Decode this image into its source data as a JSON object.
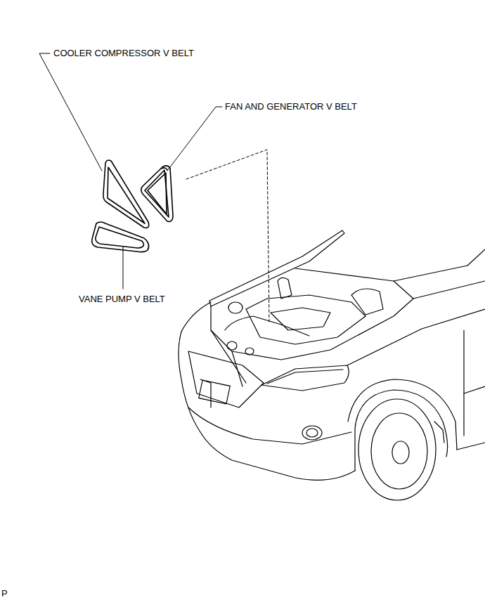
{
  "diagram": {
    "labels": [
      "COOLER COMPRESSOR V BELT",
      "FAN AND GENERATOR V BELT",
      "VANE PUMP V BELT",
      "P"
    ]
  }
}
